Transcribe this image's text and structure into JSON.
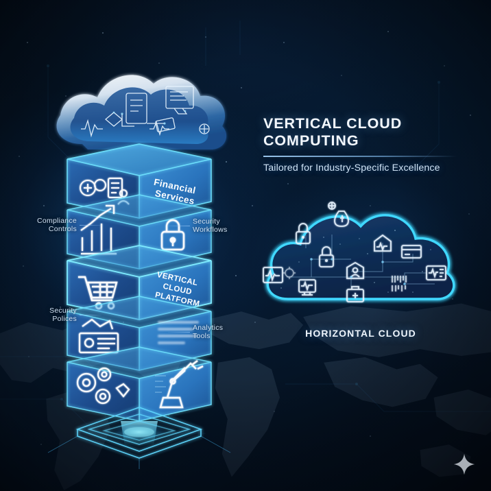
{
  "meta": {
    "kind": "infographic",
    "background_color": "#061120",
    "accent_cyan": "#3fd8ff",
    "accent_blue": "#2f7fc4"
  },
  "headline": {
    "title": "VERTICAL CLOUD COMPUTING",
    "subtitle": "Tailored for Industry-Specific Excellence"
  },
  "tower": {
    "top_cloud_label": "",
    "center_face_label": "VERTICAL CLOUD PLATFORM",
    "center_face_lines": [
      "VERTICAL",
      "CLOUD",
      "PLATFORM"
    ],
    "layers": [
      {
        "index": 1,
        "right_face_label": "Financial Services",
        "right_face_lines": [
          "Financial",
          "Services"
        ],
        "left_icon": "medical-shield-user-icon",
        "right_icon": "document-list-icon"
      },
      {
        "index": 2,
        "right_face_label": "",
        "right_face_lines": [],
        "left_icon": "bar-chart-growth-icon",
        "right_icon": "padlock-icon"
      },
      {
        "index": 3,
        "right_face_label": "VERTICAL CLOUD PLATFORM",
        "right_face_lines": [
          "VERTICAL",
          "CLOUD",
          "PLATFORM"
        ],
        "left_icon": "shopping-cart-icon",
        "right_icon": "platform-text-icon"
      },
      {
        "index": 4,
        "right_face_label": "",
        "right_face_lines": [],
        "left_icon": "id-card-document-icon",
        "right_icon": "blurred-text-icon"
      },
      {
        "index": 5,
        "right_face_label": "",
        "right_face_lines": [],
        "left_icon": "gears-settings-icon",
        "right_icon": "robot-arm-icon"
      }
    ]
  },
  "callouts": {
    "left": [
      {
        "id": "compliance-controls",
        "lines": [
          "Compliance",
          "Controls"
        ],
        "text": "Compliance Controls"
      },
      {
        "id": "security-polices",
        "lines": [
          "Security",
          "Polices"
        ],
        "text": "Security Polices"
      }
    ],
    "right": [
      {
        "id": "security-workflows",
        "lines": [
          "Security",
          "Workflows"
        ],
        "text": "Security Workflows"
      },
      {
        "id": "analytics-tools",
        "lines": [
          "Analytics",
          "Tools"
        ],
        "text": "Analytics Tools"
      }
    ]
  },
  "horizontal_cloud": {
    "caption": "HORIZONTAL CLOUD",
    "outline_color": "#3fd8ff",
    "icons": [
      "padlock-icon",
      "padlock-icon",
      "money-bag-icon",
      "gear-icon",
      "home-pulse-icon",
      "credit-card-icon",
      "user-badge-icon",
      "heart-monitor-icon",
      "pulse-screen-icon",
      "medical-bag-icon",
      "barcode-icon",
      "pulse-card-icon"
    ]
  },
  "decorations": {
    "sparkle": "four-point-star-icon",
    "world_map": "world-map-silhouette"
  }
}
